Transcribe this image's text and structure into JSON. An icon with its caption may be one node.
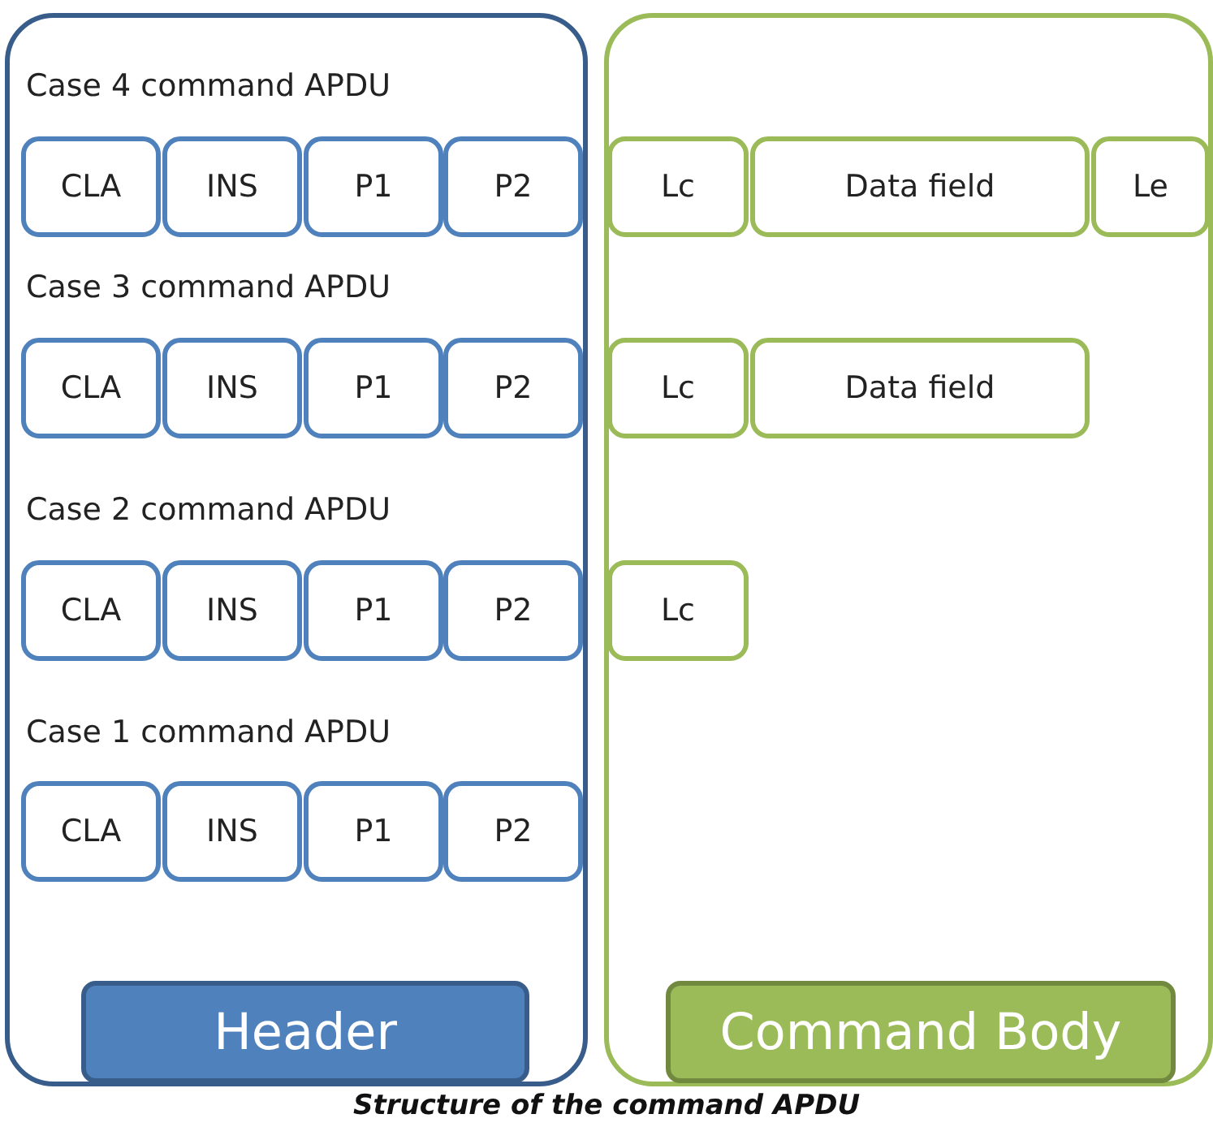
{
  "diagram": {
    "caption": "Structure of the command APDU",
    "nodes": [
      {
        "text": [],
        "shape": "box"
      },
      {
        "text": [],
        "shape": "box"
      },
      {
        "text": [
          "CLA"
        ],
        "in": 0
      },
      {
        "text": [
          "INS"
        ],
        "in": 0
      },
      {
        "text": [
          "P1"
        ],
        "in": 0
      },
      {
        "text": [
          "P2"
        ],
        "in": 0
      },
      {
        "text": [
          "Lc"
        ],
        "in": 1
      },
      {
        "text": [
          "Data field"
        ],
        "in": 1
      },
      {
        "text": [
          "Le"
        ],
        "in": 1
      },
      {
        "text": [
          "CLA"
        ],
        "in": 0
      },
      {
        "text": [
          "INS"
        ],
        "in": 0
      },
      {
        "text": [
          "P1"
        ],
        "in": 0
      },
      {
        "text": [
          "P2"
        ],
        "in": 0
      },
      {
        "text": [
          "Lc"
        ],
        "in": 1
      },
      {
        "text": [
          "Data field"
        ],
        "in": 1
      },
      {
        "text": [
          "CLA"
        ],
        "in": 0
      },
      {
        "text": [
          "INS"
        ],
        "in": 0
      },
      {
        "text": [
          "P1"
        ],
        "in": 0
      },
      {
        "text": [
          "P2"
        ],
        "in": 0
      },
      {
        "text": [
          "Lc"
        ],
        "in": 1
      },
      {
        "text": [
          "CLA"
        ],
        "in": 0
      },
      {
        "text": [
          "INS"
        ],
        "in": 0
      },
      {
        "text": [
          "P1"
        ],
        "in": 0
      },
      {
        "text": [
          "P2"
        ],
        "in": 0
      },
      {
        "text": [
          "Header"
        ],
        "in": 0
      },
      {
        "text": [
          "Command Body"
        ],
        "in": 1
      }
    ],
    "labels": [
      "Case 4 command APDU",
      "Case 3 command APDU",
      "Case 2 command APDU",
      "Case 1 command APDU"
    ]
  }
}
